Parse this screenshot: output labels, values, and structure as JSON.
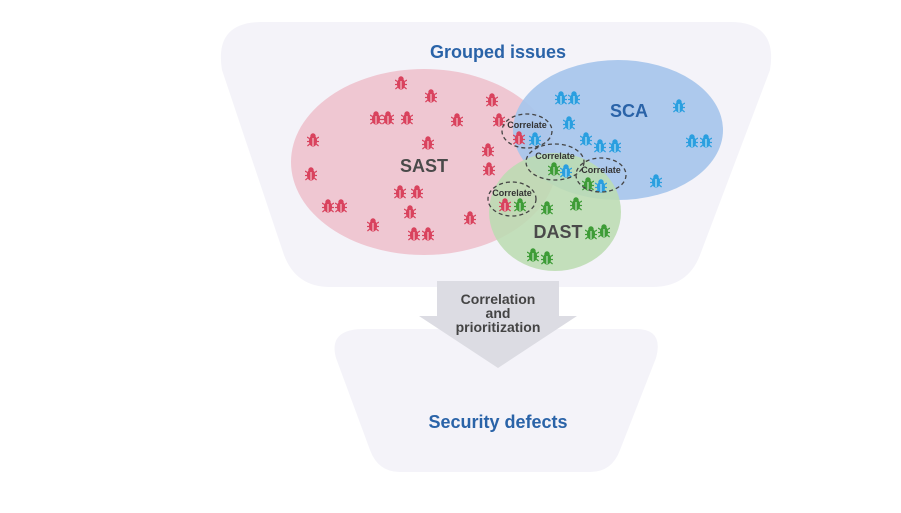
{
  "top_funnel": {
    "title": "Grouped issues"
  },
  "sets": {
    "sast": {
      "label": "SAST",
      "fill": "#efc7d2",
      "bug_color": "#d9435e"
    },
    "sca": {
      "label": "SCA",
      "fill": "#a6c6ec",
      "bug_color": "#2b9fe0"
    },
    "dast": {
      "label": "DAST",
      "fill": "#bcdcb2",
      "bug_color": "#3e9c37"
    }
  },
  "correlate_labels": [
    "Correlate",
    "Correlate",
    "Correlate",
    "Correlate"
  ],
  "arrow": {
    "lines": [
      "Correlation",
      "and",
      "prioritization"
    ]
  },
  "bottom_funnel": {
    "title": "Security defects"
  },
  "colors": {
    "funnel": "#f4f3f9",
    "title": "#2a63a8",
    "set_label_dark": "#4a4a4a",
    "set_label_sca": "#2a63a8",
    "arrow": "#dcdce3",
    "arrow_text": "#444444"
  }
}
